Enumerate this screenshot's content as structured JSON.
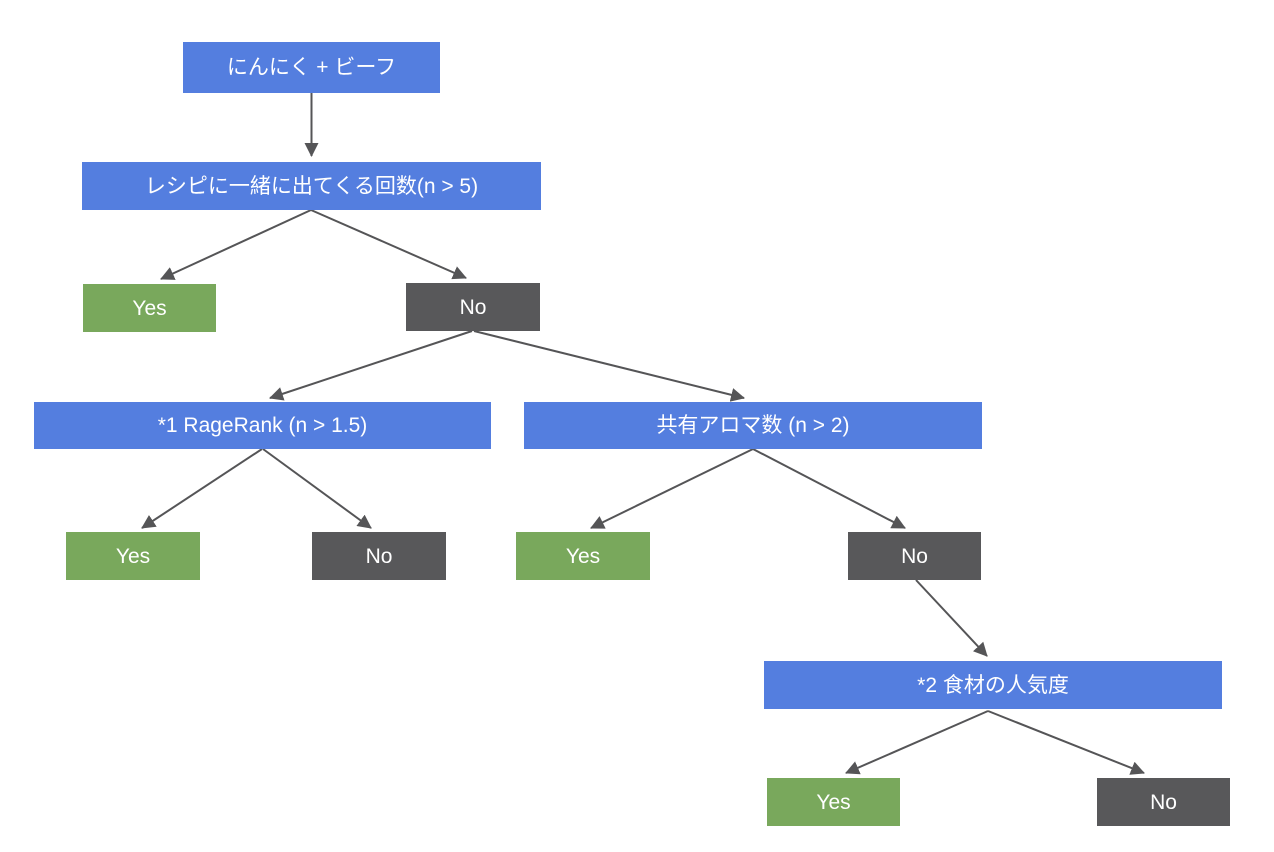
{
  "diagram": {
    "type": "decision-tree",
    "nodes": {
      "root": {
        "label": "にんにく + ビーフ",
        "kind": "question"
      },
      "cooccurrence": {
        "label": "レシピに一緒に出てくる回数(n > 5)",
        "kind": "question"
      },
      "yes_cooccurrence": {
        "label": "Yes",
        "kind": "yes"
      },
      "no_cooccurrence": {
        "label": "No",
        "kind": "no"
      },
      "ragerank": {
        "label": "*1 RageRank (n > 1.5)",
        "kind": "question"
      },
      "shared_aroma": {
        "label": "共有アロマ数 (n > 2)",
        "kind": "question"
      },
      "yes_ragerank": {
        "label": "Yes",
        "kind": "yes"
      },
      "no_ragerank": {
        "label": "No",
        "kind": "no"
      },
      "yes_aroma": {
        "label": "Yes",
        "kind": "yes"
      },
      "no_aroma": {
        "label": "No",
        "kind": "no"
      },
      "popularity": {
        "label": "*2 食材の人気度",
        "kind": "question"
      },
      "yes_popularity": {
        "label": "Yes",
        "kind": "yes"
      },
      "no_popularity": {
        "label": "No",
        "kind": "no"
      }
    },
    "edges": [
      {
        "from": "root",
        "to": "cooccurrence"
      },
      {
        "from": "cooccurrence",
        "to": "yes_cooccurrence"
      },
      {
        "from": "cooccurrence",
        "to": "no_cooccurrence"
      },
      {
        "from": "no_cooccurrence",
        "to": "ragerank"
      },
      {
        "from": "no_cooccurrence",
        "to": "shared_aroma"
      },
      {
        "from": "ragerank",
        "to": "yes_ragerank"
      },
      {
        "from": "ragerank",
        "to": "no_ragerank"
      },
      {
        "from": "shared_aroma",
        "to": "yes_aroma"
      },
      {
        "from": "shared_aroma",
        "to": "no_aroma"
      },
      {
        "from": "no_aroma",
        "to": "popularity"
      },
      {
        "from": "popularity",
        "to": "yes_popularity"
      },
      {
        "from": "popularity",
        "to": "no_popularity"
      }
    ]
  },
  "colors": {
    "question": "#547edf",
    "yes": "#79a85c",
    "no": "#58585a",
    "edge": "#555557",
    "node_text": "#ffffff"
  }
}
